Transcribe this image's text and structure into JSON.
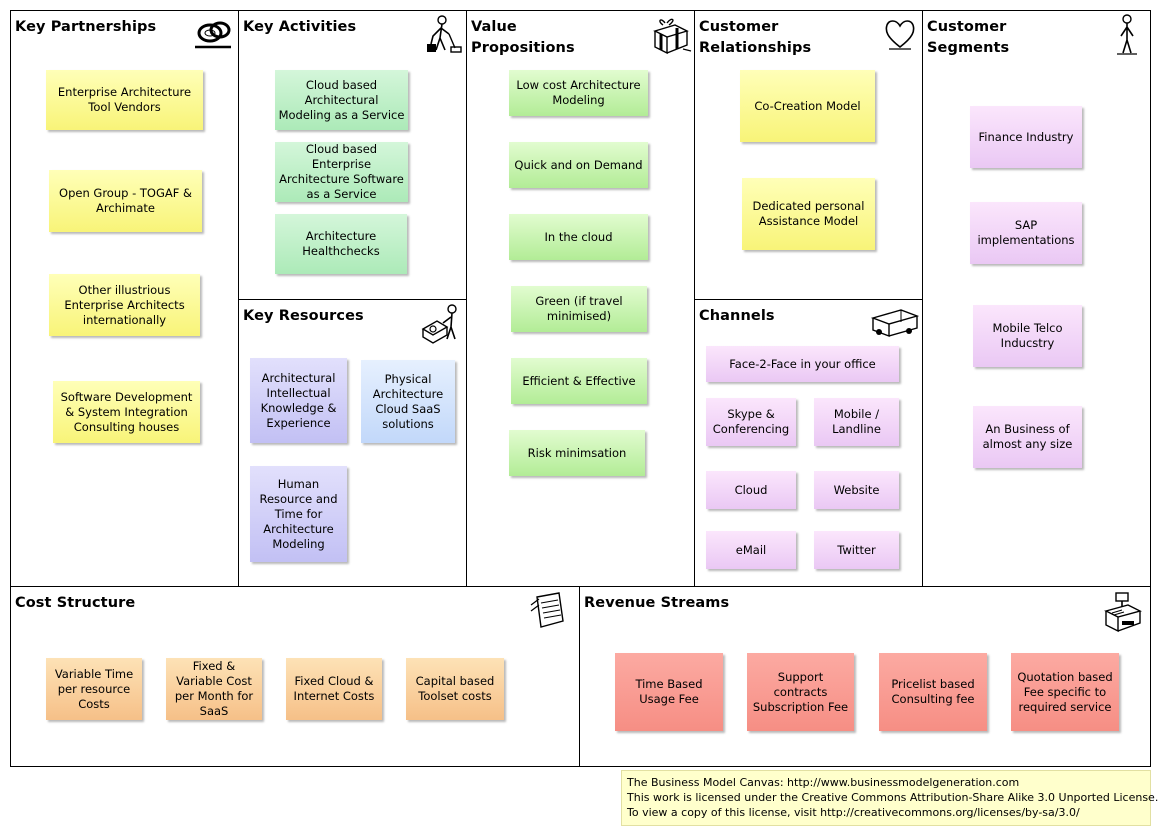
{
  "sections": {
    "key_partnerships": {
      "title": "Key Partnerships",
      "notes": [
        "Enterprise Architecture Tool Vendors",
        "Open Group - TOGAF & Archimate",
        "Other illustrious Enterprise Architects internationally",
        "Software Development & System Integration Consulting houses"
      ]
    },
    "key_activities": {
      "title": "Key Activities",
      "notes": [
        "Cloud based Architectural Modeling as a Service",
        "Cloud based Enterprise Architecture Software as a Service",
        "Architecture Healthchecks"
      ]
    },
    "key_resources": {
      "title": "Key Resources",
      "notes": [
        "Architectural Intellectual Knowledge & Experience",
        "Physical Architecture Cloud SaaS solutions",
        "Human Resource and Time for Architecture Modeling"
      ]
    },
    "value_propositions": {
      "title_line1": "Value",
      "title_line2": "Propositions",
      "notes": [
        "Low cost Architecture Modeling",
        "Quick and on Demand",
        "In the cloud",
        "Green (if travel minimised)",
        "Efficient & Effective",
        "Risk minimsation"
      ]
    },
    "customer_relationships": {
      "title_line1": "Customer",
      "title_line2": "Relationships",
      "notes": [
        "Co-Creation Model",
        "Dedicated personal Assistance Model"
      ]
    },
    "channels": {
      "title": "Channels",
      "notes": [
        "Face-2-Face in your office",
        "Skype & Conferencing",
        "Mobile / Landline",
        "Cloud",
        "Website",
        "eMail",
        "Twitter"
      ]
    },
    "customer_segments": {
      "title_line1": "Customer",
      "title_line2": "Segments",
      "notes": [
        "Finance Industry",
        "SAP implementations",
        "Mobile Telco Inducstry",
        "An Business of almost any size"
      ]
    },
    "cost_structure": {
      "title": "Cost Structure",
      "notes": [
        "Variable Time per resource Costs",
        "Fixed & Variable Cost per Month for SaaS",
        "Fixed Cloud & Internet Costs",
        "Capital based Toolset costs"
      ]
    },
    "revenue_streams": {
      "title": "Revenue Streams",
      "notes": [
        "Time Based Usage Fee",
        "Support contracts Subscription Fee",
        "Pricelist based Consulting fee",
        "Quotation based Fee specific to required service"
      ]
    }
  },
  "icons": {
    "key_partnerships": "linked-rings-icon",
    "key_activities": "worker-vacuum-icon",
    "key_resources": "worker-machine-icon",
    "value_propositions": "gift-box-icon",
    "customer_relationships": "heart-icon",
    "channels": "delivery-truck-icon",
    "customer_segments": "person-icon",
    "cost_structure": "receipt-icon",
    "revenue_streams": "cash-register-icon"
  },
  "license": {
    "line1": "The Business Model Canvas: http://www.businessmodelgeneration.com",
    "line2": "This work is licensed under the Creative Commons Attribution-Share Alike 3.0 Unported License.",
    "line3": "To view a copy of this license, visit http://creativecommons.org/licenses/by-sa/3.0/"
  },
  "colors": {
    "yellow_note": "#f8f478",
    "green_note": "#b2ec96",
    "violet_note": "#c2c0f4",
    "blue_note": "#c2d8fa",
    "pink_note": "#eac8f4",
    "orange_note": "#f6c088",
    "red_note": "#f68e84",
    "license_background": "#ffffcc"
  }
}
